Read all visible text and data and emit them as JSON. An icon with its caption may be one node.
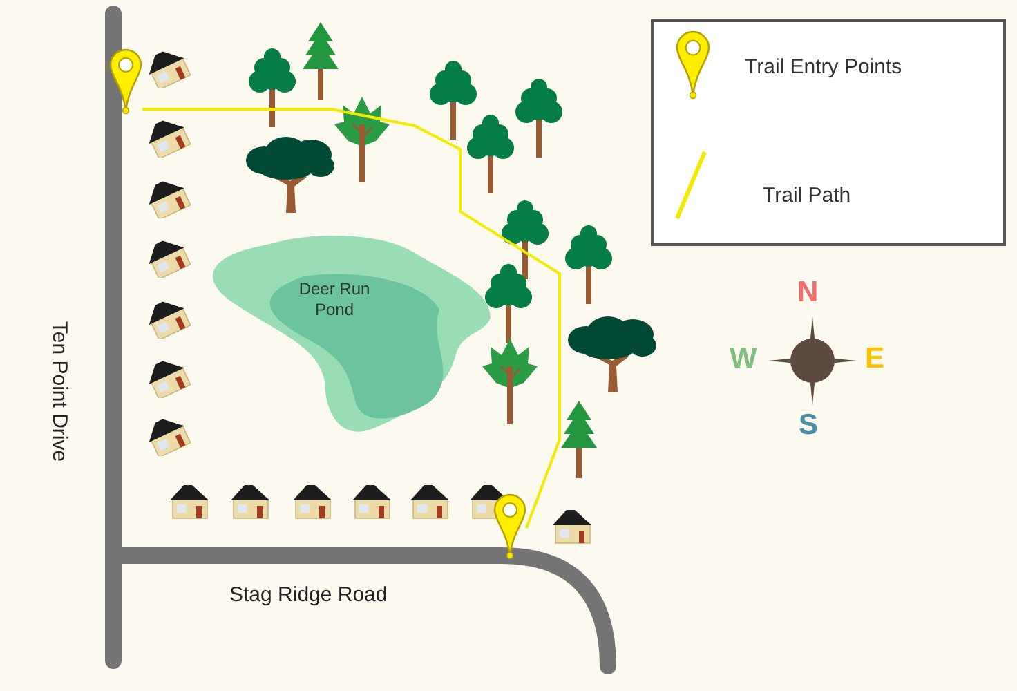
{
  "diagram": {
    "nodes": [
      {
        "text": [],
        "shape": "pin"
      },
      {
        "text": [
          "Deer Run Pond"
        ]
      },
      {
        "text": [],
        "shape": "pin"
      }
    ],
    "edges": [
      {
        "from": 0,
        "to": 2,
        "arrow": "none"
      }
    ],
    "labels": [
      "Ten Point Drive",
      "Stag Ridge Road",
      "N",
      "W",
      "E",
      "S"
    ],
    "legend": [
      {
        "text": "Trail Entry Points"
      },
      {
        "text": "Trail Path"
      }
    ]
  }
}
